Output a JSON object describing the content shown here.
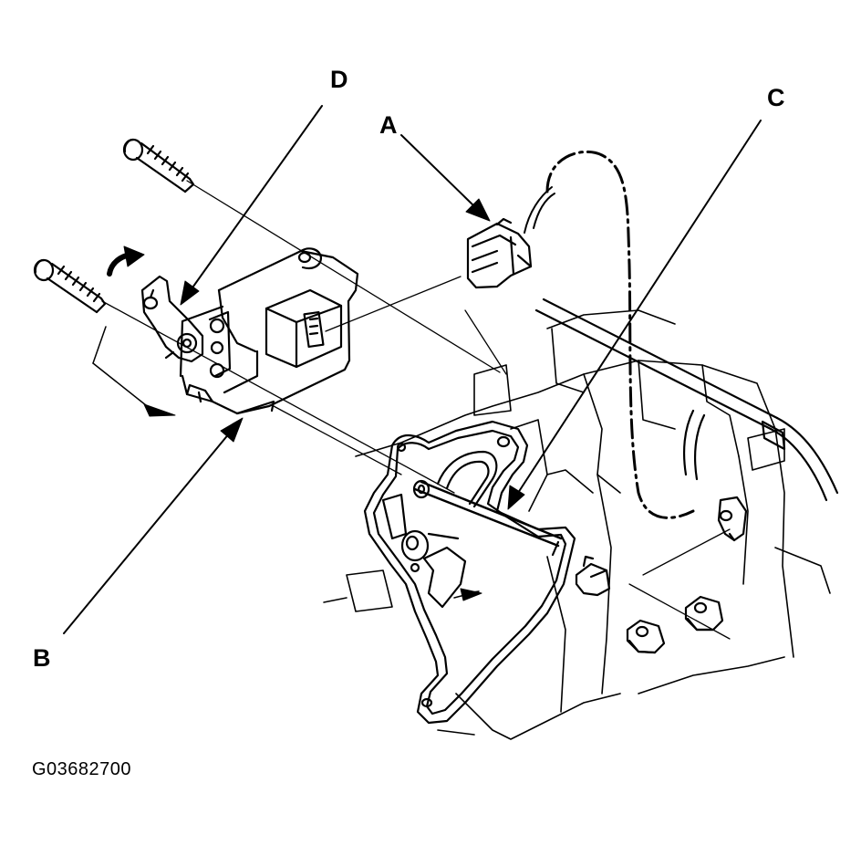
{
  "callouts": {
    "a": "A",
    "b": "B",
    "c": "C",
    "d": "D"
  },
  "figure_id": "G03682700",
  "colors": {
    "ink": "#000000",
    "paper": "#ffffff"
  }
}
